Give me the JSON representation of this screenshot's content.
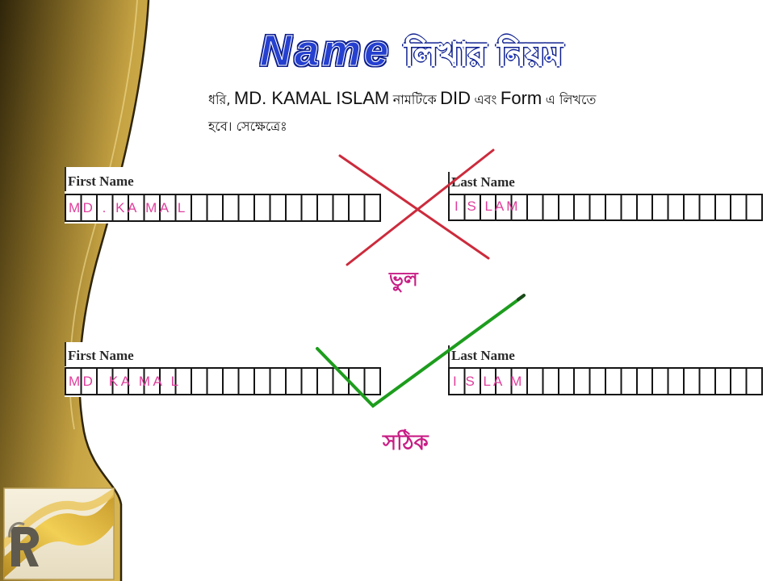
{
  "slide": {
    "title": {
      "latin": "Name",
      "bengali": "লিখার নিয়ম"
    },
    "instruction": {
      "line1": [
        "ধরি,",
        "MD. KAMAL ISLAM",
        "নামটিকে",
        "DID",
        "এবং",
        "Form",
        "এ লিখতে"
      ],
      "line2": "হবে। সেক্ষেত্রেঃ"
    }
  },
  "examples": [
    {
      "first_name": {
        "label": "First Name",
        "value": "MD . KA MA L"
      },
      "last_name": {
        "label": "Last Name",
        "value": "I S LAM"
      },
      "mark_icon": "cross-icon",
      "result_label": "ভুল"
    },
    {
      "first_name": {
        "label": "First Name",
        "value": "MD  KA MA L"
      },
      "last_name": {
        "label": "Last Name",
        "value": "I S LA M"
      },
      "mark_icon": "check-icon",
      "result_label": "সঠিক"
    }
  ],
  "logo_icon": "logo-icon",
  "colors": {
    "title_blue": "#2540d0",
    "title_outline": "#0d1f8f",
    "value_pink": "#df3f9c",
    "result_magenta": "#c81d85",
    "cross_red": "#cc2b3c",
    "check_green": "#1d9d1d",
    "panel_gold": "#d8b652",
    "panel_dark": "#2f250a"
  }
}
